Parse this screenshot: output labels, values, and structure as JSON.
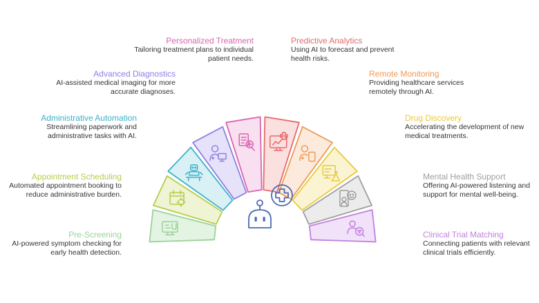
{
  "segments": [
    {
      "id": "pre-screening",
      "title": "Pre-Screening",
      "desc_lines": [
        "AI-powered symptom checking for",
        "early health detection."
      ],
      "color": "#9bd19a",
      "fill": "#e3f4e2",
      "icon": "monitor-stethoscope-icon"
    },
    {
      "id": "appointment-scheduling",
      "title": "Appointment Scheduling",
      "desc_lines": [
        "Automated appointment booking to",
        "reduce administrative burden."
      ],
      "color": "#b5cc4a",
      "fill": "#eef4d4",
      "icon": "calendar-gear-icon"
    },
    {
      "id": "administrative-automation",
      "title": "Administrative Automation",
      "desc_lines": [
        "Streamlining paperwork and",
        "administrative tasks with AI."
      ],
      "color": "#3bb1c9",
      "fill": "#d9f0f5",
      "icon": "robot-desk-icon"
    },
    {
      "id": "advanced-diagnostics",
      "title": "Advanced Diagnostics",
      "desc_lines": [
        "AI-assisted medical imaging for more",
        "accurate diagnoses."
      ],
      "color": "#8f7fe0",
      "fill": "#e6e2fa",
      "icon": "doctor-screen-icon"
    },
    {
      "id": "personalized-treatment",
      "title": "Personalized Treatment",
      "desc_lines": [
        "Tailoring treatment plans to individual",
        "patient needs."
      ],
      "color": "#d863b0",
      "fill": "#f8e0f0",
      "icon": "treatment-plan-icon"
    },
    {
      "id": "predictive-analytics",
      "title": "Predictive Analytics",
      "desc_lines": [
        "Using AI to forecast and prevent",
        "health risks."
      ],
      "color": "#e8686b",
      "fill": "#fbe0e0",
      "icon": "analytics-monitor-icon"
    },
    {
      "id": "remote-monitoring",
      "title": "Remote Monitoring",
      "desc_lines": [
        "Providing healthcare services",
        "remotely through AI."
      ],
      "color": "#ee9a55",
      "fill": "#fcebdc",
      "icon": "doctor-tablet-icon"
    },
    {
      "id": "drug-discovery",
      "title": "Drug Discovery",
      "desc_lines": [
        "Accelerating the development of new",
        "medical treatments."
      ],
      "color": "#e8c93a",
      "fill": "#fbf4d2",
      "icon": "flask-monitor-icon"
    },
    {
      "id": "mental-health-support",
      "title": "Mental Health Support",
      "desc_lines": [
        "Offering AI-powered listening and",
        "support for mental well-being."
      ],
      "color": "#9e9e9e",
      "fill": "#ececec",
      "icon": "smile-person-icon"
    },
    {
      "id": "clinical-trial-matching",
      "title": "Clinical Trial Matching",
      "desc_lines": [
        "Connecting patients with relevant",
        "clinical trials efficiently."
      ],
      "color": "#c27fe0",
      "fill": "#f1e1f9",
      "icon": "magnifier-person-icon"
    }
  ],
  "center": {
    "robot_color": "#4a6ab5",
    "plus_color": "#4a6ab5"
  }
}
